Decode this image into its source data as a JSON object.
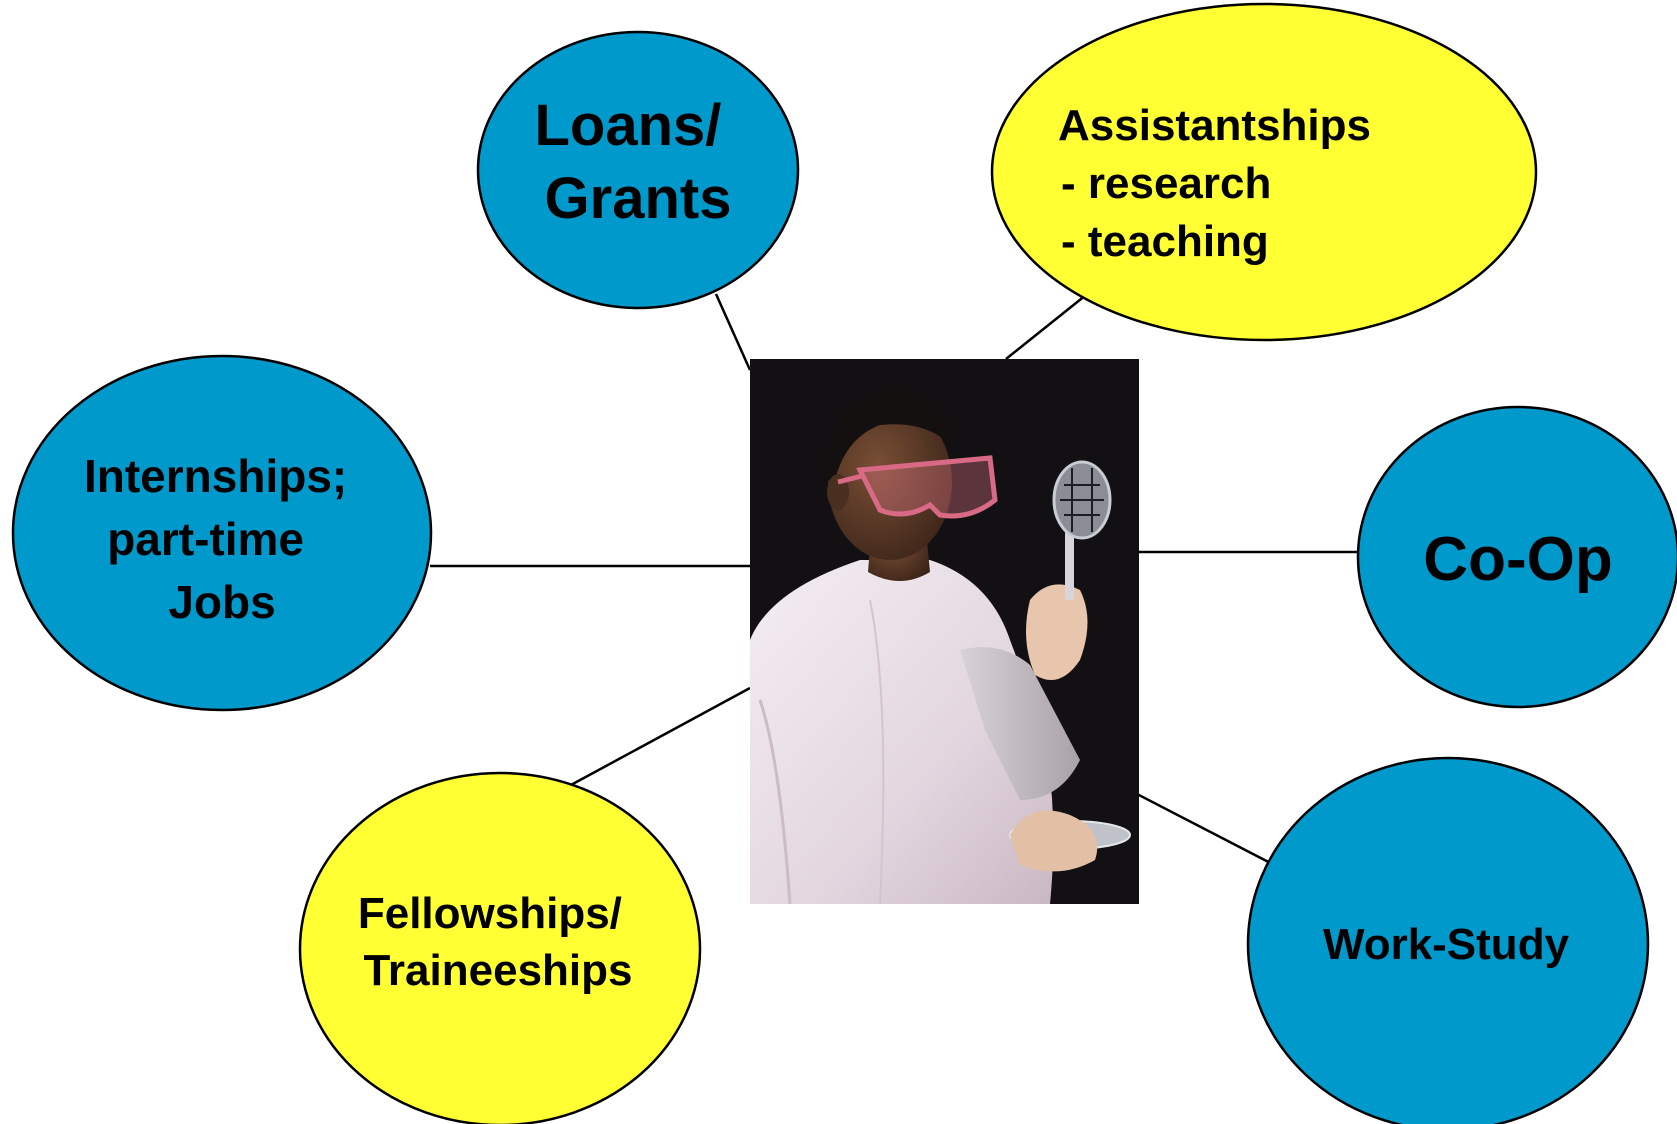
{
  "colors": {
    "blue": "#0099CC",
    "yellow": "#FFFF33",
    "outline": "#000000",
    "connector": "#000000",
    "photo_background": "#121012"
  },
  "photo": {
    "icon": "scientist-holding-wafer-photo"
  },
  "bubbles": {
    "loans": {
      "color": "blue",
      "lines": [
        "Loans/",
        "Grants"
      ]
    },
    "assistantships": {
      "color": "yellow",
      "lines": [
        "Assistantships",
        "- research",
        "- teaching"
      ]
    },
    "internships": {
      "color": "blue",
      "lines": [
        "Internships;",
        "part-time",
        "Jobs"
      ]
    },
    "coop": {
      "color": "blue",
      "lines": [
        "Co-Op"
      ]
    },
    "fellowships": {
      "color": "yellow",
      "lines": [
        "Fellowships/",
        "Traineeships"
      ]
    },
    "workstudy": {
      "color": "blue",
      "lines": [
        "Work-Study"
      ]
    }
  }
}
